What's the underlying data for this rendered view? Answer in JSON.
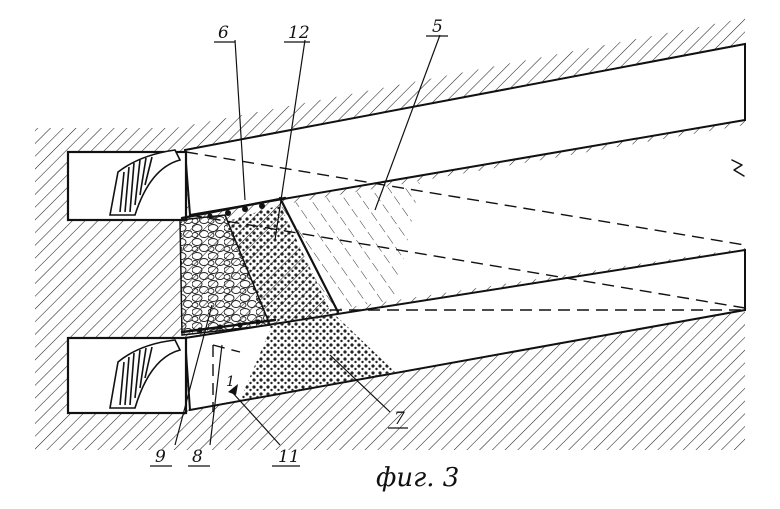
{
  "figure": {
    "caption": "фиг. 3",
    "labels": {
      "l6": "6",
      "l12": "12",
      "l5": "5",
      "l7": "7",
      "l9": "9",
      "l8": "8",
      "l11": "11",
      "l1": "1"
    }
  },
  "colors": {
    "ink": "#111111",
    "paper": "#ffffff"
  }
}
